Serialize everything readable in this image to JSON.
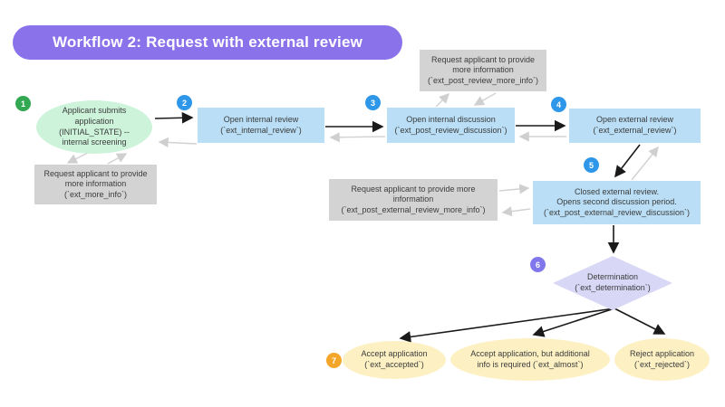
{
  "title": "Workflow 2: Request with external review",
  "colors": {
    "title_bg": "#8a72ea",
    "badge_green": "#33a852",
    "badge_blue": "#2e97e9",
    "badge_purple": "#8177ec",
    "badge_orange": "#f4a62a",
    "node_green": "#cdf3da",
    "node_blue": "#b9def5",
    "node_gray": "#d3d3d3",
    "node_lavender": "#d9d7f6",
    "node_yellow": "#fdf1c4",
    "arrow_black": "#1a1a1a",
    "arrow_gray": "#d2d2d2"
  },
  "badges": [
    {
      "n": "1"
    },
    {
      "n": "2"
    },
    {
      "n": "3"
    },
    {
      "n": "4"
    },
    {
      "n": "5"
    },
    {
      "n": "6"
    },
    {
      "n": "7"
    }
  ],
  "nodes": [
    {
      "id": "start",
      "shape": "ellipse",
      "text": "Applicant submits\napplication\n(INITIAL_STATE) --\ninternal screening"
    },
    {
      "id": "ext_more_info",
      "shape": "rect",
      "text": "Request applicant to provide\nmore information\n(`ext_more_info`)"
    },
    {
      "id": "ext_internal_review",
      "shape": "rect",
      "text": "Open internal review\n(`ext_internal_review`)"
    },
    {
      "id": "ext_post_review_discussion",
      "shape": "rect",
      "text": "Open internal discussion\n(`ext_post_review_discussion`)"
    },
    {
      "id": "ext_post_review_more_info",
      "shape": "rect",
      "text": "Request applicant to provide\nmore information\n(`ext_post_review_more_info`)"
    },
    {
      "id": "ext_external_review",
      "shape": "rect",
      "text": "Open external review\n(`ext_external_review`)"
    },
    {
      "id": "ext_post_external_review_discussion",
      "shape": "rect",
      "text": "Closed external review.\nOpens second discussion period.\n(`ext_post_external_review_discussion`)"
    },
    {
      "id": "ext_post_external_review_more_info",
      "shape": "rect",
      "text": "Request applicant to provide more\ninformation\n(`ext_post_external_review_more_info`)"
    },
    {
      "id": "ext_determination",
      "shape": "diamond",
      "text": "Determination\n(`ext_determination`)"
    },
    {
      "id": "ext_accepted",
      "shape": "ellipse",
      "text": "Accept application\n(`ext_accepted`)"
    },
    {
      "id": "ext_almost",
      "shape": "ellipse",
      "text": "Accept application, but additional\ninfo is required (`ext_almost`)"
    },
    {
      "id": "ext_rejected",
      "shape": "ellipse",
      "text": "Reject application\n(`ext_rejected`)"
    }
  ],
  "edges": [
    {
      "from": "start",
      "to": "ext_internal_review",
      "style": "black"
    },
    {
      "from": "ext_internal_review",
      "to": "ext_post_review_discussion",
      "style": "black"
    },
    {
      "from": "ext_post_review_discussion",
      "to": "ext_external_review",
      "style": "black"
    },
    {
      "from": "ext_external_review",
      "to": "ext_post_external_review_discussion",
      "style": "black"
    },
    {
      "from": "ext_post_external_review_discussion",
      "to": "ext_determination",
      "style": "black"
    },
    {
      "from": "ext_determination",
      "to": "ext_accepted",
      "style": "black"
    },
    {
      "from": "ext_determination",
      "to": "ext_almost",
      "style": "black"
    },
    {
      "from": "ext_determination",
      "to": "ext_rejected",
      "style": "black"
    },
    {
      "from": "start",
      "to": "ext_more_info",
      "style": "gray"
    },
    {
      "from": "ext_more_info",
      "to": "start",
      "style": "gray"
    },
    {
      "from": "ext_internal_review",
      "to": "start",
      "style": "gray"
    },
    {
      "from": "ext_post_review_discussion",
      "to": "ext_internal_review",
      "style": "gray"
    },
    {
      "from": "ext_post_review_discussion",
      "to": "ext_post_review_more_info",
      "style": "gray"
    },
    {
      "from": "ext_post_review_more_info",
      "to": "ext_post_review_discussion",
      "style": "gray"
    },
    {
      "from": "ext_external_review",
      "to": "ext_post_review_discussion",
      "style": "gray"
    },
    {
      "from": "ext_post_external_review_discussion",
      "to": "ext_external_review",
      "style": "gray"
    },
    {
      "from": "ext_post_external_review_more_info",
      "to": "ext_post_external_review_discussion",
      "style": "gray"
    },
    {
      "from": "ext_post_external_review_discussion",
      "to": "ext_post_external_review_more_info",
      "style": "gray"
    }
  ]
}
